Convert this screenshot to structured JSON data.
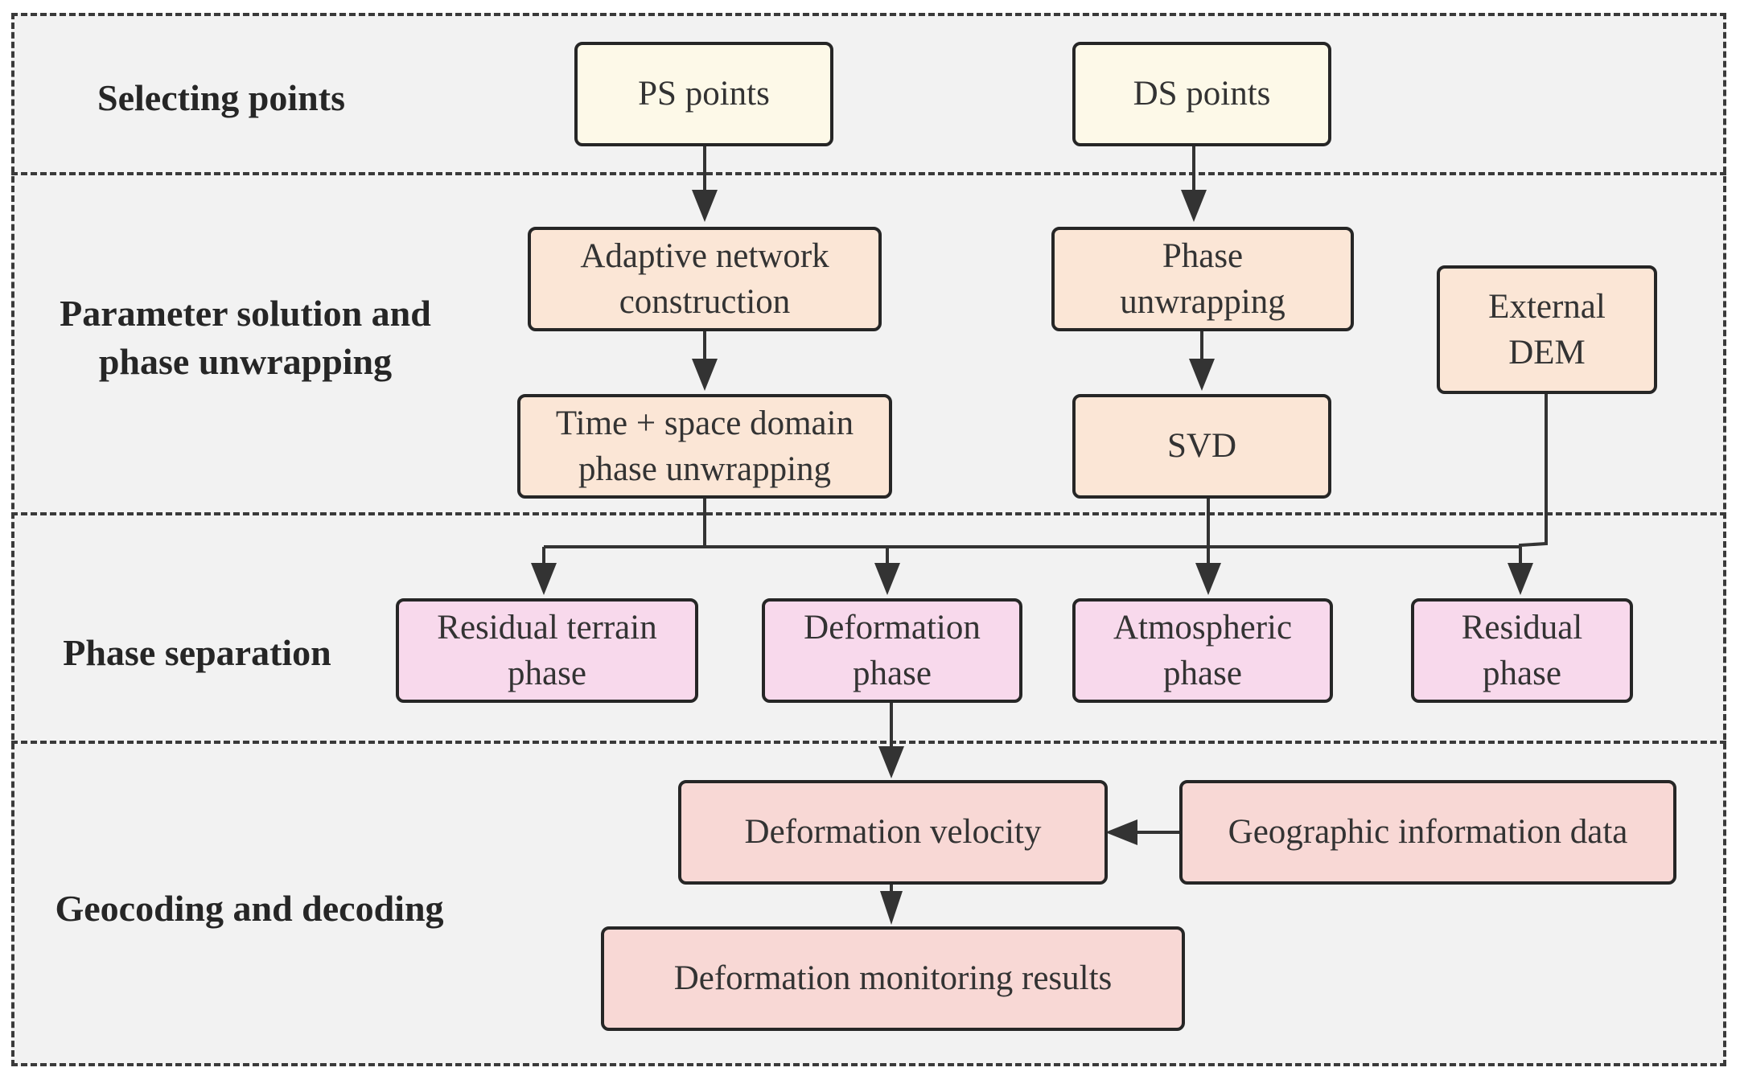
{
  "stages": [
    {
      "id": "selecting",
      "label": "Selecting points"
    },
    {
      "id": "parameter",
      "label": "Parameter solution and phase unwrapping"
    },
    {
      "id": "separation",
      "label": "Phase separation"
    },
    {
      "id": "geocoding",
      "label": "Geocoding and decoding"
    }
  ],
  "nodes": {
    "ps_points": "PS points",
    "ds_points": "DS points",
    "adaptive_network": "Adaptive network construction",
    "phase_unwrapping": "Phase unwrapping",
    "external_dem": "External DEM",
    "time_space_unwrapping": "Time + space domain phase unwrapping",
    "svd": "SVD",
    "residual_terrain": "Residual terrain phase",
    "deformation_phase": "Deformation phase",
    "atmospheric_phase": "Atmospheric phase",
    "residual_phase": "Residual phase",
    "deformation_velocity": "Deformation velocity",
    "geographic_info": "Geographic information data",
    "monitoring_results": "Deformation monitoring results"
  },
  "colors": {
    "yellow": "#fdf9e8",
    "orange": "#fbe6d6",
    "pink": "#f8d9ec",
    "rose": "#f8d8d5",
    "stroke": "#262626",
    "background": "#f2f2f2"
  }
}
